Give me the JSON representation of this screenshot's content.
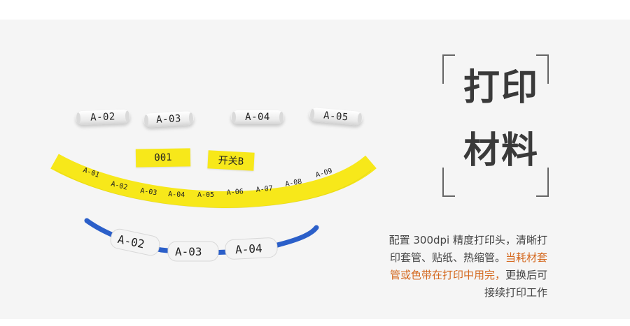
{
  "sleeves_top": [
    "A-02",
    "A-03",
    "A-04",
    "A-05"
  ],
  "yellow_labels": [
    "001",
    "开关B"
  ],
  "strip_labels": [
    "A-01",
    "A-02",
    "A-03",
    "A-04",
    "A-05",
    "A-06",
    "A-07",
    "A-08",
    "A-09"
  ],
  "wire_labels": [
    "A-02",
    "A-03",
    "A-04"
  ],
  "title": {
    "line1": "打印",
    "line2": "材料"
  },
  "description": {
    "line1": "配置 300dpi 精度打印头，清晰打",
    "line2": "印套管、贴纸、热缩管。",
    "line2_accent": "当耗材套",
    "line3_accent": "管或色带在打印中用完，",
    "line3": "更换后可",
    "line4": "接续打印工作"
  },
  "colors": {
    "accent": "#d4681e",
    "label_yellow": "#f7e81a",
    "wire_blue": "#2b5fc9",
    "text": "#444444"
  }
}
